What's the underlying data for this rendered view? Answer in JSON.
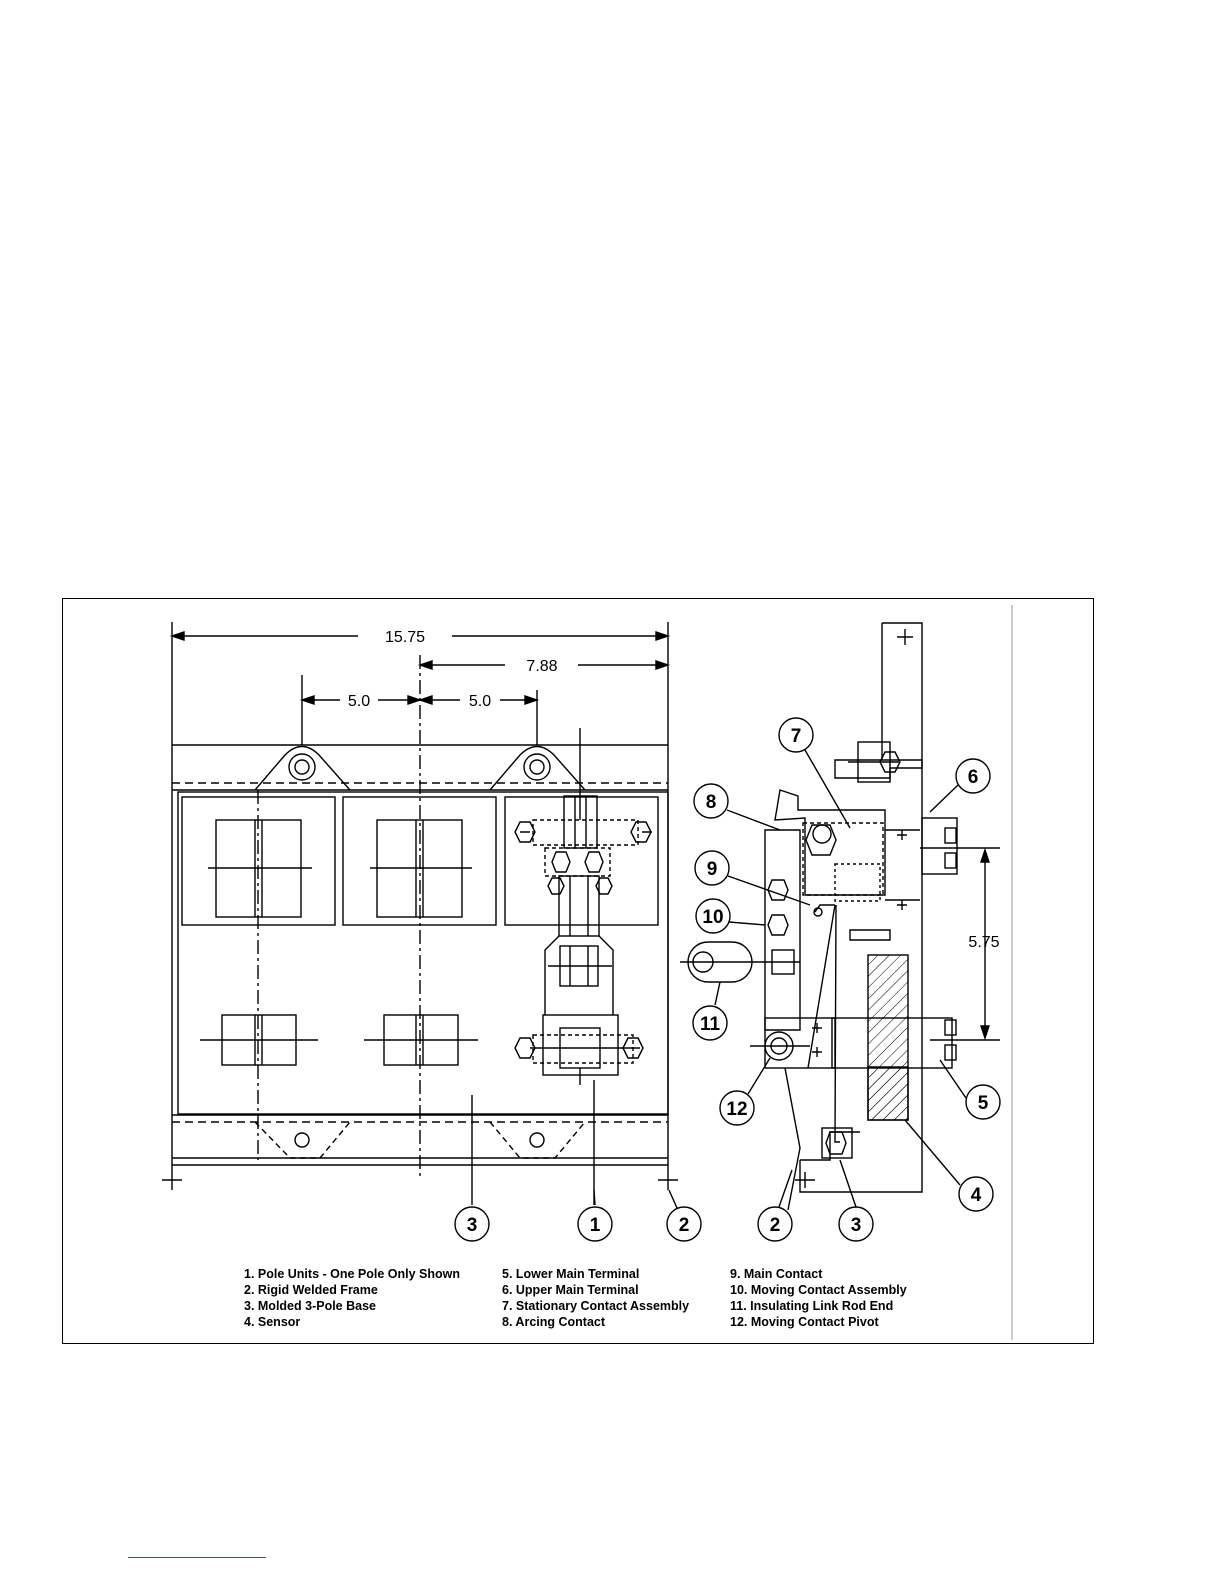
{
  "dimensions": {
    "overall_width": "15.75",
    "half_width": "7.88",
    "pole_spacing_left": "5.0",
    "pole_spacing_right": "5.0",
    "terminal_spacing": "5.75"
  },
  "callouts": [
    "1",
    "2",
    "3",
    "4",
    "5",
    "6",
    "7",
    "8",
    "9",
    "10",
    "11",
    "12"
  ],
  "legend": {
    "column1": [
      "1.  Pole Units - One Pole Only Shown",
      "2.  Rigid Welded Frame",
      "3.  Molded 3-Pole Base",
      "4.  Sensor"
    ],
    "column2": [
      "5.  Lower Main Terminal",
      "6.  Upper Main Terminal",
      "7.  Stationary Contact Assembly",
      "8.  Arcing Contact"
    ],
    "column3": [
      "9.  Main Contact",
      "10.  Moving Contact Assembly",
      "11.  Insulating Link Rod End",
      "12.  Moving Contact Pivot"
    ]
  },
  "colors": {
    "ink": "#000000",
    "footer_rule": "#3b4fb3"
  }
}
